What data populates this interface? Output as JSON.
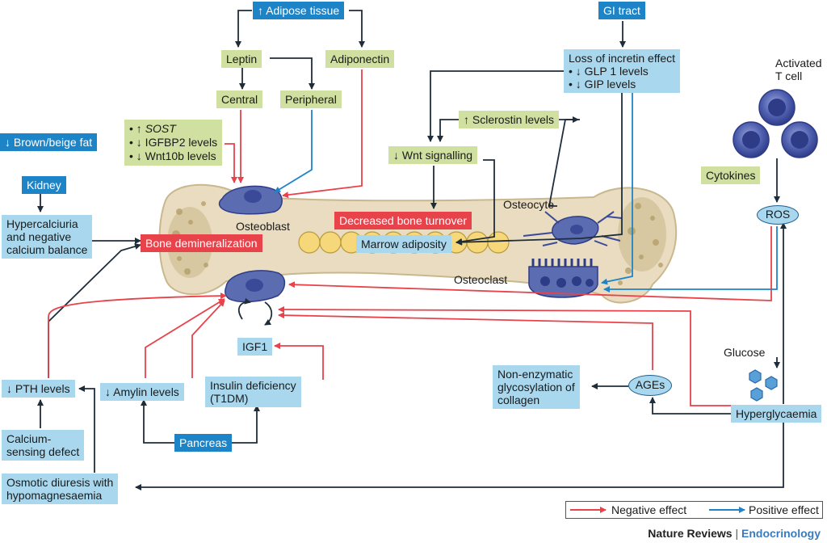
{
  "nodes": {
    "adipose_tissue": "↑ Adipose tissue",
    "gi_tract": "GI tract",
    "leptin": "Leptin",
    "adiponectin": "Adiponectin",
    "central": "Central",
    "peripheral": "Peripheral",
    "incretin_title": "Loss of incretin effect",
    "incretin_glp": "• ↓ GLP 1 levels",
    "incretin_gip": "• ↓ GIP levels",
    "activated_t_cell_1": "Activated",
    "activated_t_cell_2": "T cell",
    "brown_fat": "↓ Brown/beige fat",
    "sost_prefix": "• ↑ ",
    "sost_gene": "SOST",
    "igfbp2": "• ↓ IGFBP2 levels",
    "wnt10b": "• ↓ Wnt10b levels",
    "sclerostin": "↑ Sclerostin levels",
    "wnt_signalling": "↓ Wnt signalling",
    "cytokines": "Cytokines",
    "kidney": "Kidney",
    "hypercalciuria_1": "Hypercalciuria",
    "hypercalciuria_2": "and negative",
    "hypercalciuria_3": "calcium balance",
    "osteoblast": "Osteoblast",
    "decreased_turnover": "Decreased bone turnover",
    "osteocyte": "Osteocyte",
    "ros": "ROS",
    "bone_demineralization": "Bone demineralization",
    "marrow_adiposity": "Marrow adiposity",
    "osteoclast": "Osteoclast",
    "igf1": "IGF1",
    "glucose": "Glucose",
    "pth": "↓ PTH levels",
    "amylin": "↓ Amylin levels",
    "insulin_1": "Insulin deficiency",
    "insulin_2": "(T1DM)",
    "nonenzymatic_1": "Non-enzymatic",
    "nonenzymatic_2": "glycosylation of",
    "nonenzymatic_3": "collagen",
    "ages": "AGEs",
    "hyperglycaemia": "Hyperglycaemia",
    "calcium_sensing_1": "Calcium-",
    "calcium_sensing_2": "sensing defect",
    "pancreas": "Pancreas",
    "osmotic_1": "Osmotic diuresis with",
    "osmotic_2": "hypomagnesaemia"
  },
  "legend": {
    "negative": "Negative effect",
    "positive": "Positive effect"
  },
  "footer": {
    "journal": "Nature Reviews",
    "separator": "|",
    "section": "Endocrinology"
  },
  "colors": {
    "negative": "#e8424a",
    "positive": "#1e84c8",
    "neutral": "#1f2d3a",
    "bone": "#e9dcc0",
    "cell": "#5b6db0"
  }
}
